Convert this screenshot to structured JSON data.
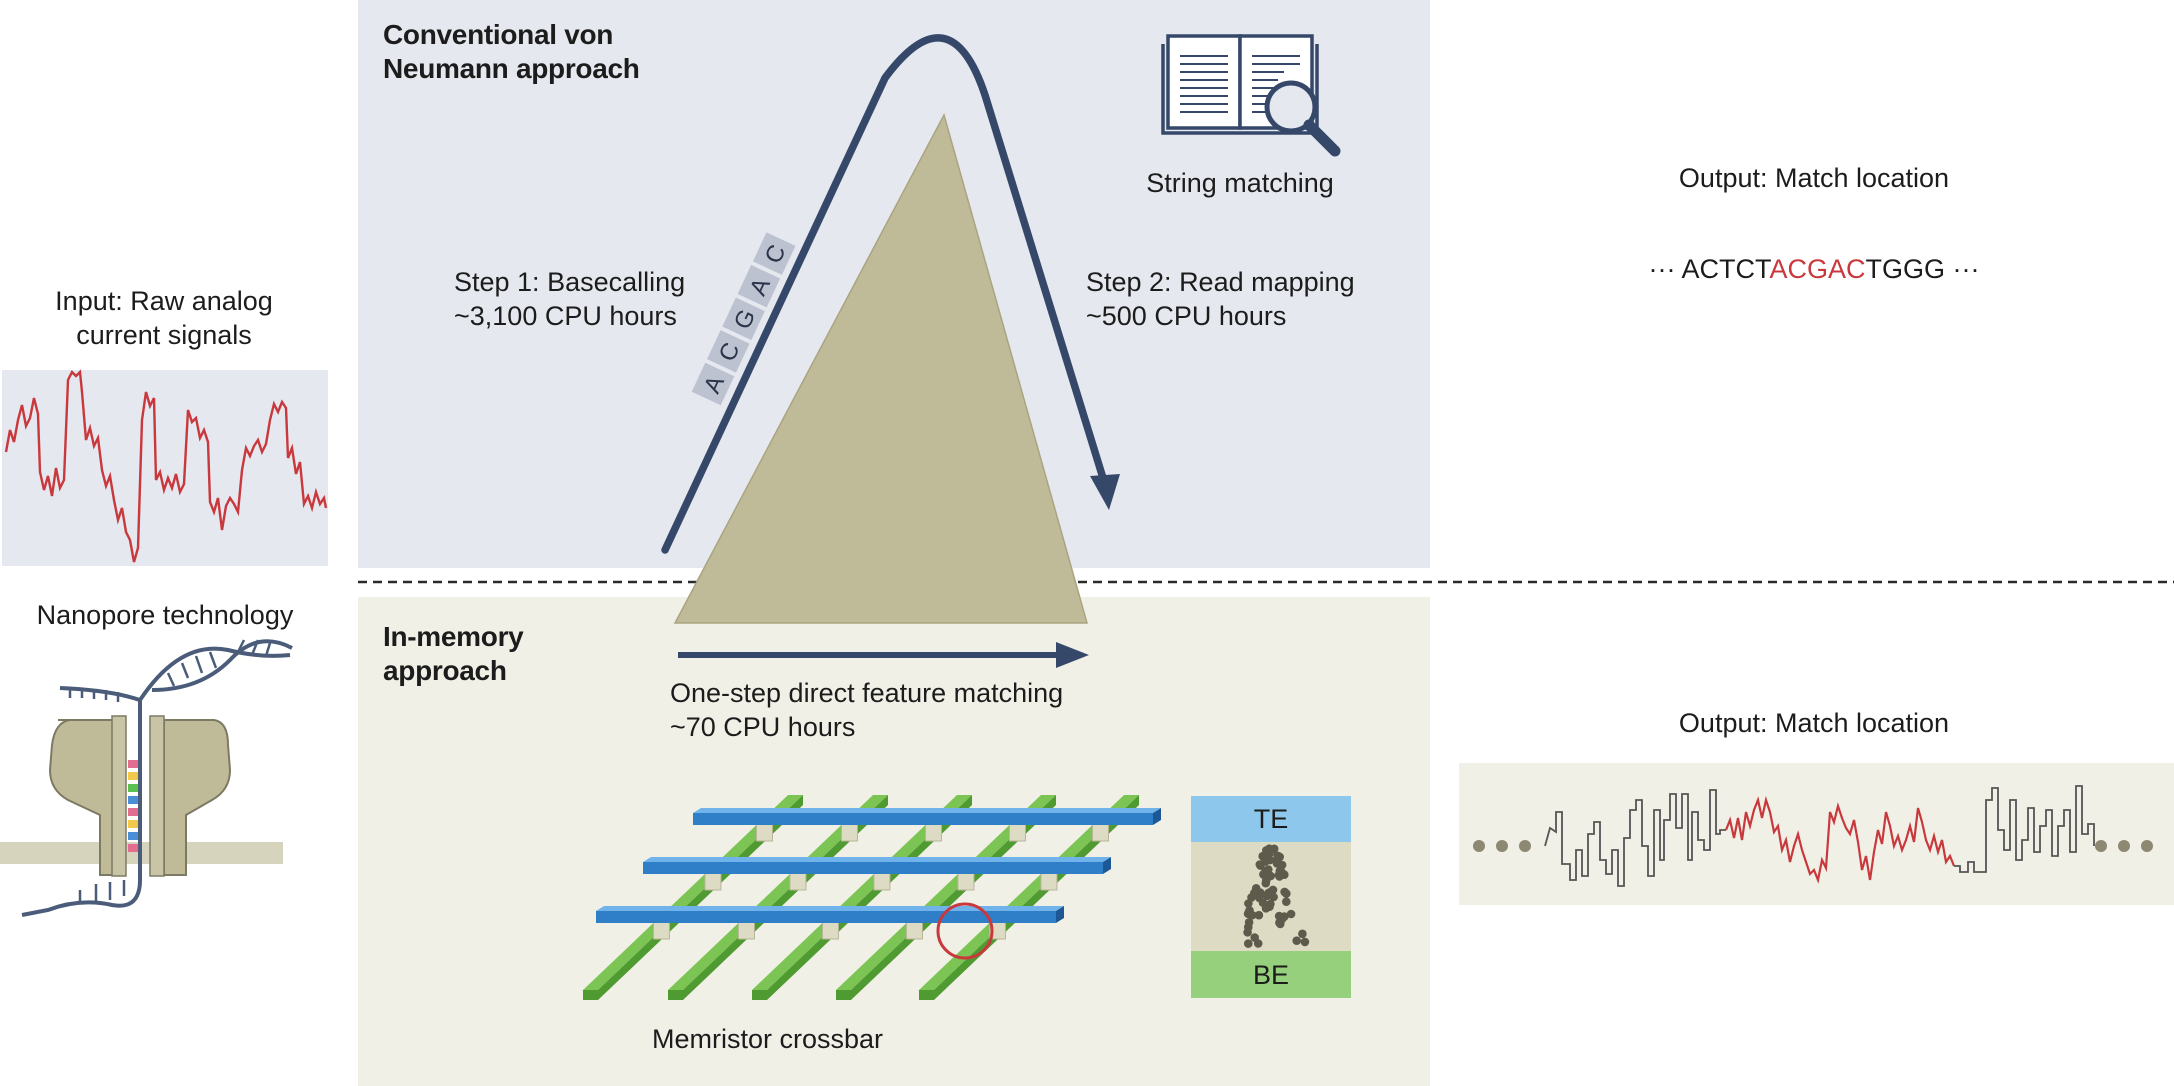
{
  "input": {
    "title": "Input: Raw analog current signals",
    "title_lines": [
      "Input: Raw analog",
      "current signals"
    ],
    "nanopore_label": "Nanopore technology"
  },
  "conventional": {
    "title": "Conventional von Neumann approach",
    "title_lines": [
      "Conventional von",
      "Neumann approach"
    ],
    "step1": {
      "name": "Step 1: Basecalling",
      "cost": "~3,100 CPU hours"
    },
    "step2": {
      "name": "Step 2: Read mapping",
      "cost": "~500 CPU hours"
    },
    "bases": [
      "A",
      "C",
      "G",
      "A",
      "C"
    ],
    "string_matching_label": "String matching",
    "output_title": "Output: Match location",
    "output_sequence": {
      "prefix": "··· ACTCT",
      "match": "ACGAC",
      "suffix": "TGGG ···"
    }
  },
  "in_memory": {
    "title": "In-memory approach",
    "title_lines": [
      "In-memory",
      "approach"
    ],
    "step": {
      "name": "One-step direct feature matching",
      "cost": "~70 CPU hours"
    },
    "crossbar_label": "Memristor crossbar",
    "device": {
      "top_electrode": "TE",
      "bottom_electrode": "BE"
    },
    "output_title": "Output: Match location"
  },
  "colors": {
    "arrow": "#36486a",
    "signal": "#c8383c",
    "triangle": "#bfbb98",
    "top_panel": "#e5e8ee",
    "bottom_panel": "#f1f0e7",
    "crossbar_blue": "#2f7fc8",
    "crossbar_green": "#7cc453",
    "te": "#8dc8ec",
    "be": "#96d07c"
  }
}
